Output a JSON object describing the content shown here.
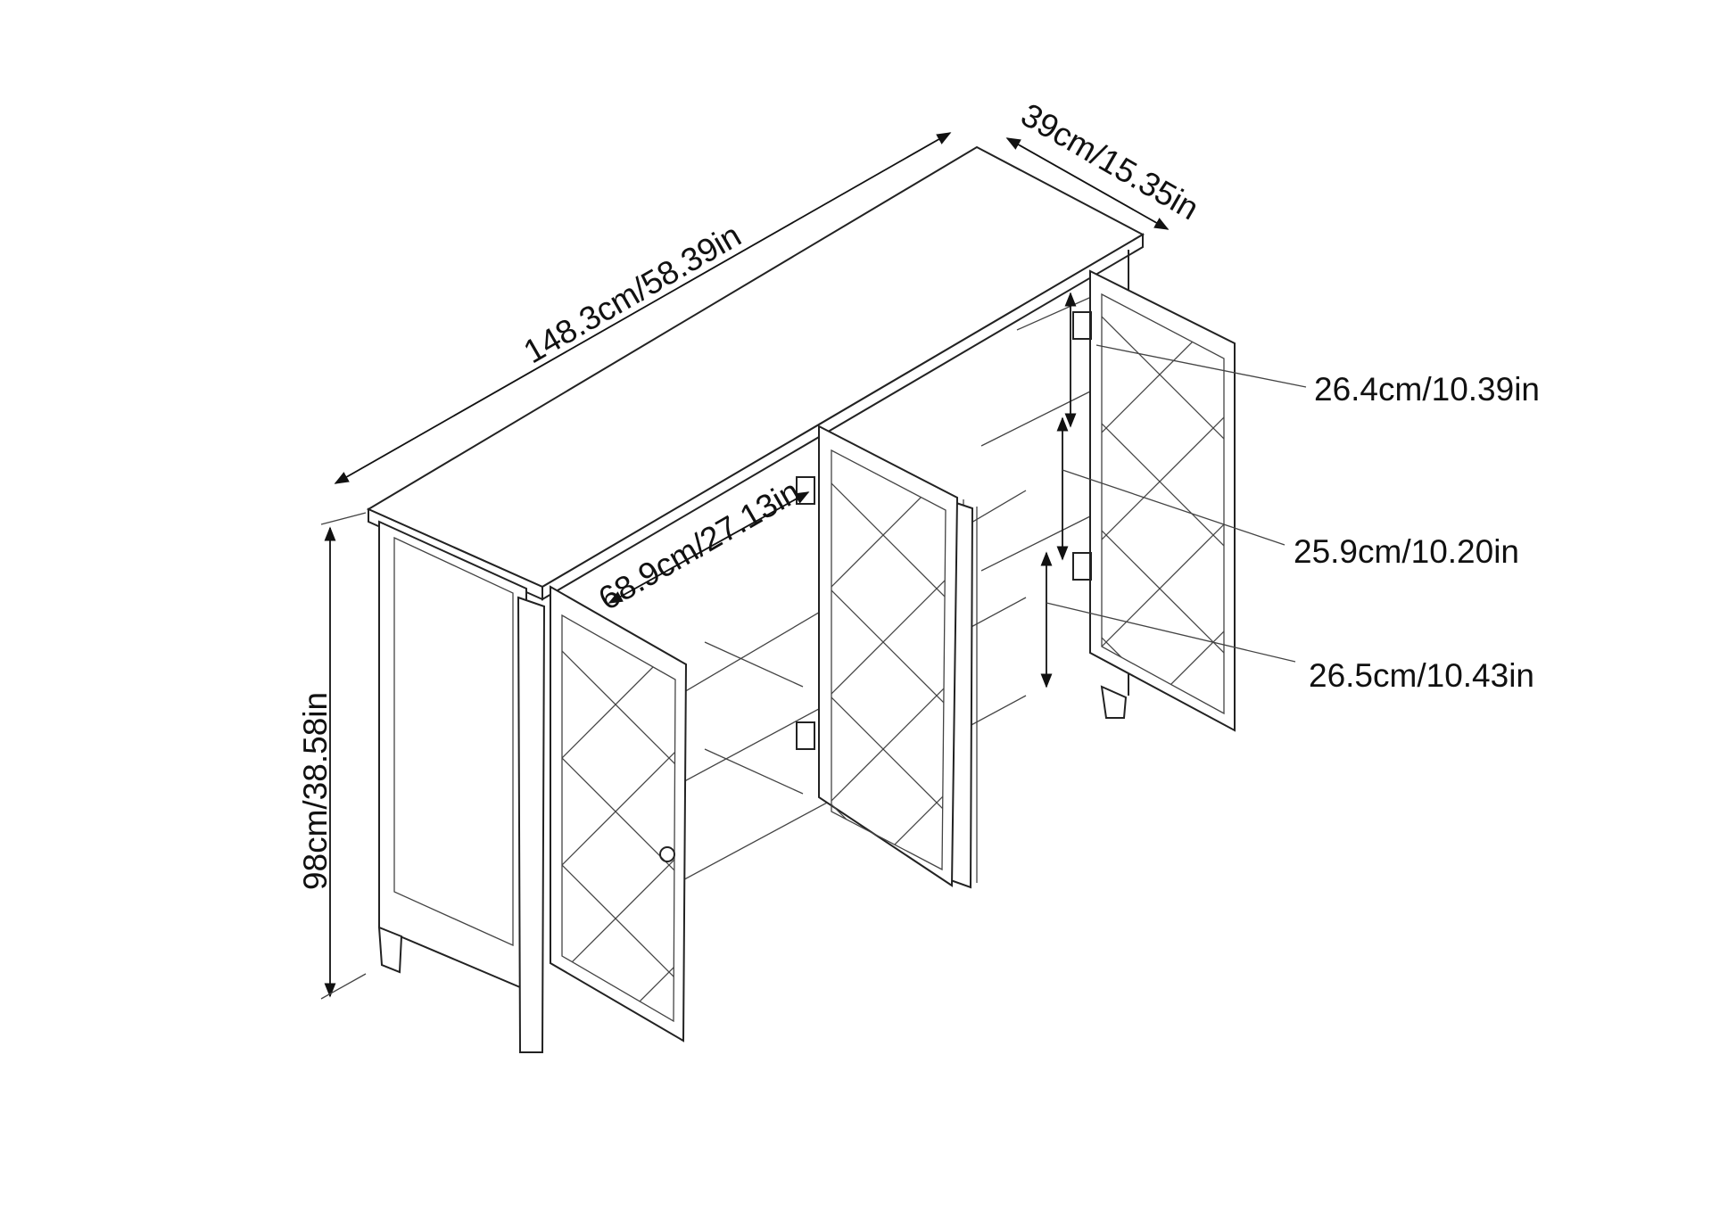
{
  "dimensions": {
    "width": "148.3cm/58.39in",
    "depth": "39cm/15.35in",
    "height": "98cm/38.58in",
    "interior_width": "68.9cm/27.13in",
    "shelf_top": "26.4cm/10.39in",
    "shelf_middle": "25.9cm/10.20in",
    "shelf_bottom": "26.5cm/10.43in"
  },
  "colors": {
    "line": "#222222",
    "background": "#ffffff"
  }
}
